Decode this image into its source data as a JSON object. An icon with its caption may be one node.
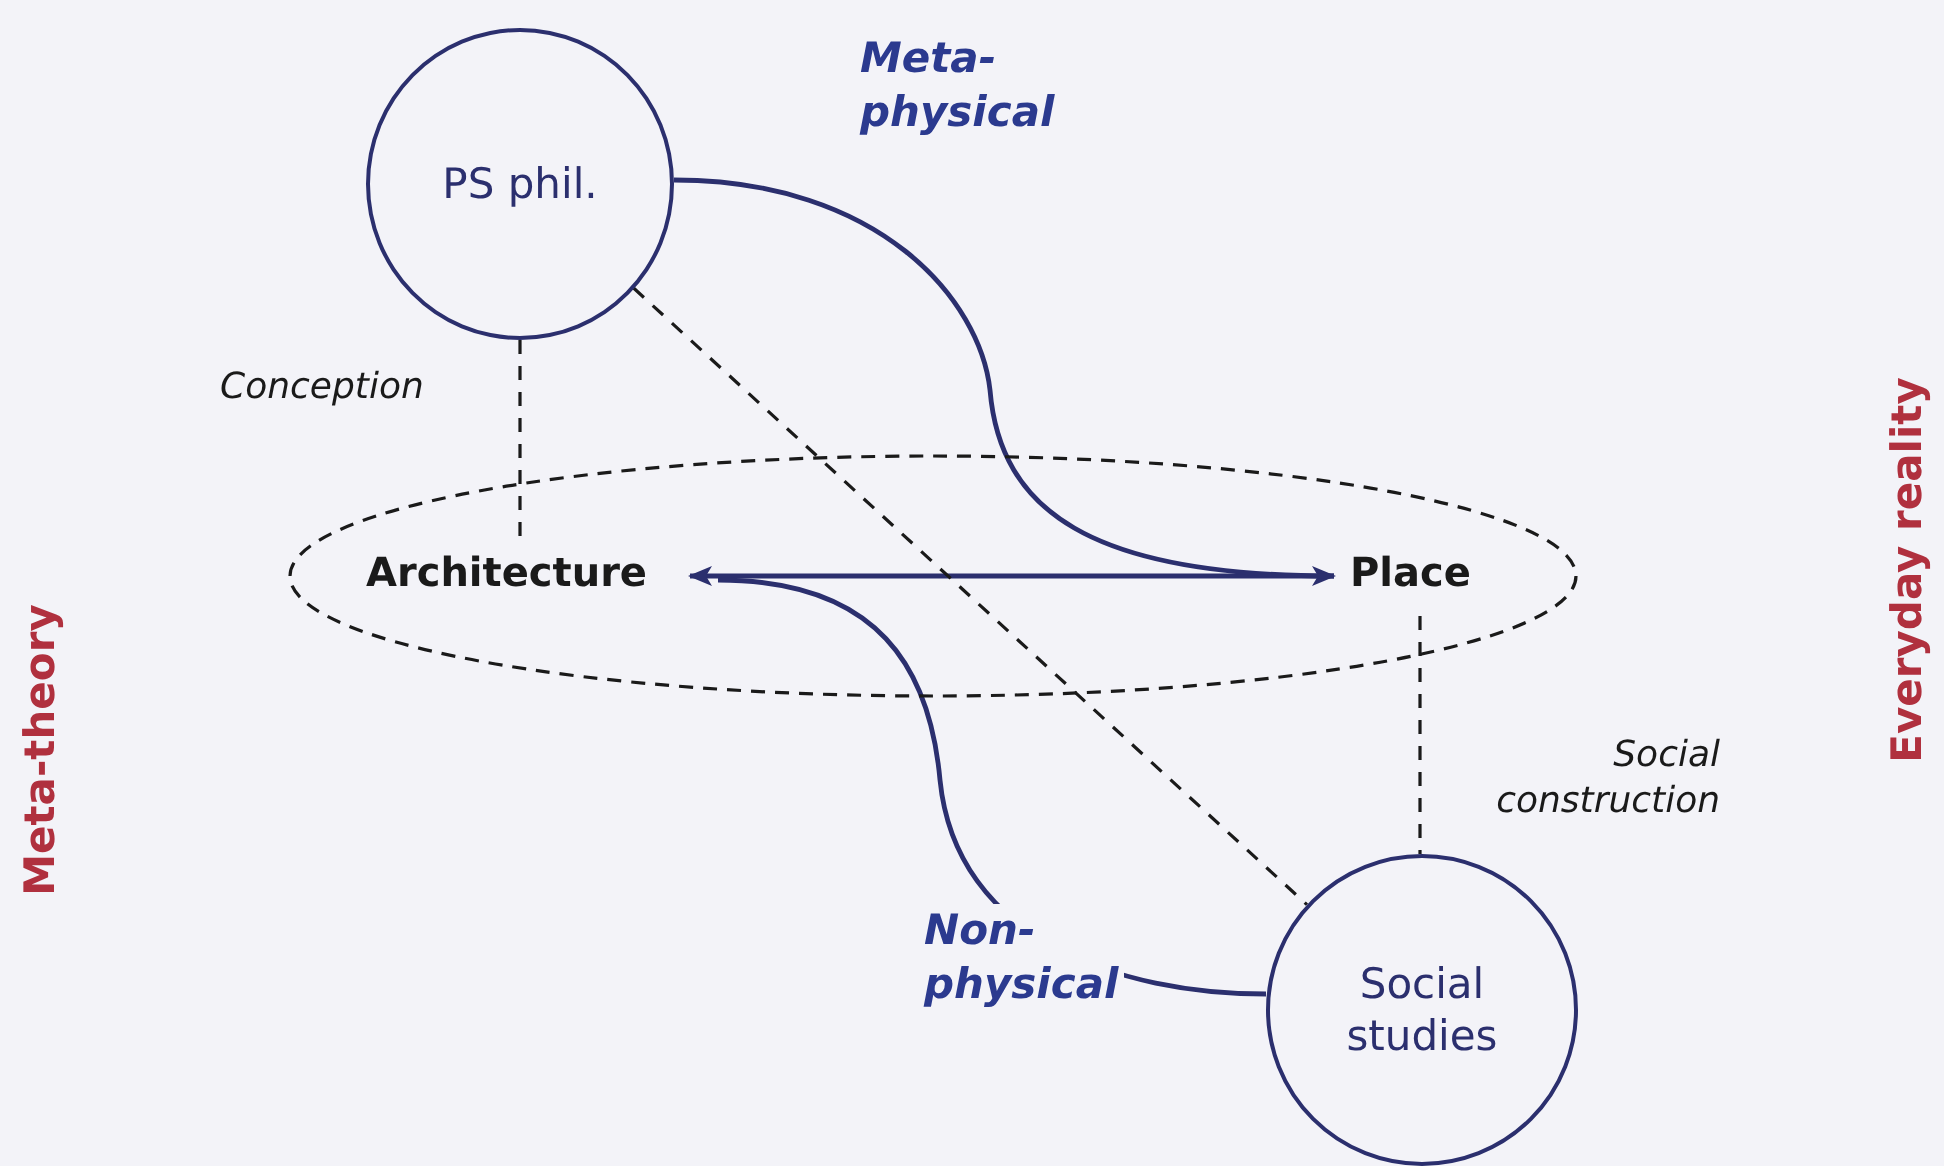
{
  "diagram": {
    "nodes": [
      {
        "text": [
          "PS phil."
        ]
      },
      {
        "text": [],
        "shape": "ellipse"
      },
      {
        "text": [
          "Architecture"
        ],
        "in": 1
      },
      {
        "text": [
          "Place"
        ],
        "in": 1
      },
      {
        "text": [
          "Social studies"
        ]
      }
    ],
    "edges": [
      {
        "from": 2,
        "to": 3,
        "arrow": "both"
      },
      {
        "from": 0,
        "to": 2,
        "arrow": "none",
        "style": "dashed",
        "label": "Conception"
      },
      {
        "from": 0,
        "to": 4,
        "arrow": "none",
        "style": "dashed"
      },
      {
        "from": 3,
        "to": 4,
        "arrow": "none",
        "style": "dashed",
        "label": "Social construction"
      },
      {
        "from": 0,
        "to": 3,
        "arrow": "none",
        "label": "Meta-physical"
      },
      {
        "from": 2,
        "to": 4,
        "arrow": "none",
        "label": "Non-physical"
      }
    ],
    "labels": [
      "Meta-theory",
      "Everyday reality"
    ]
  }
}
